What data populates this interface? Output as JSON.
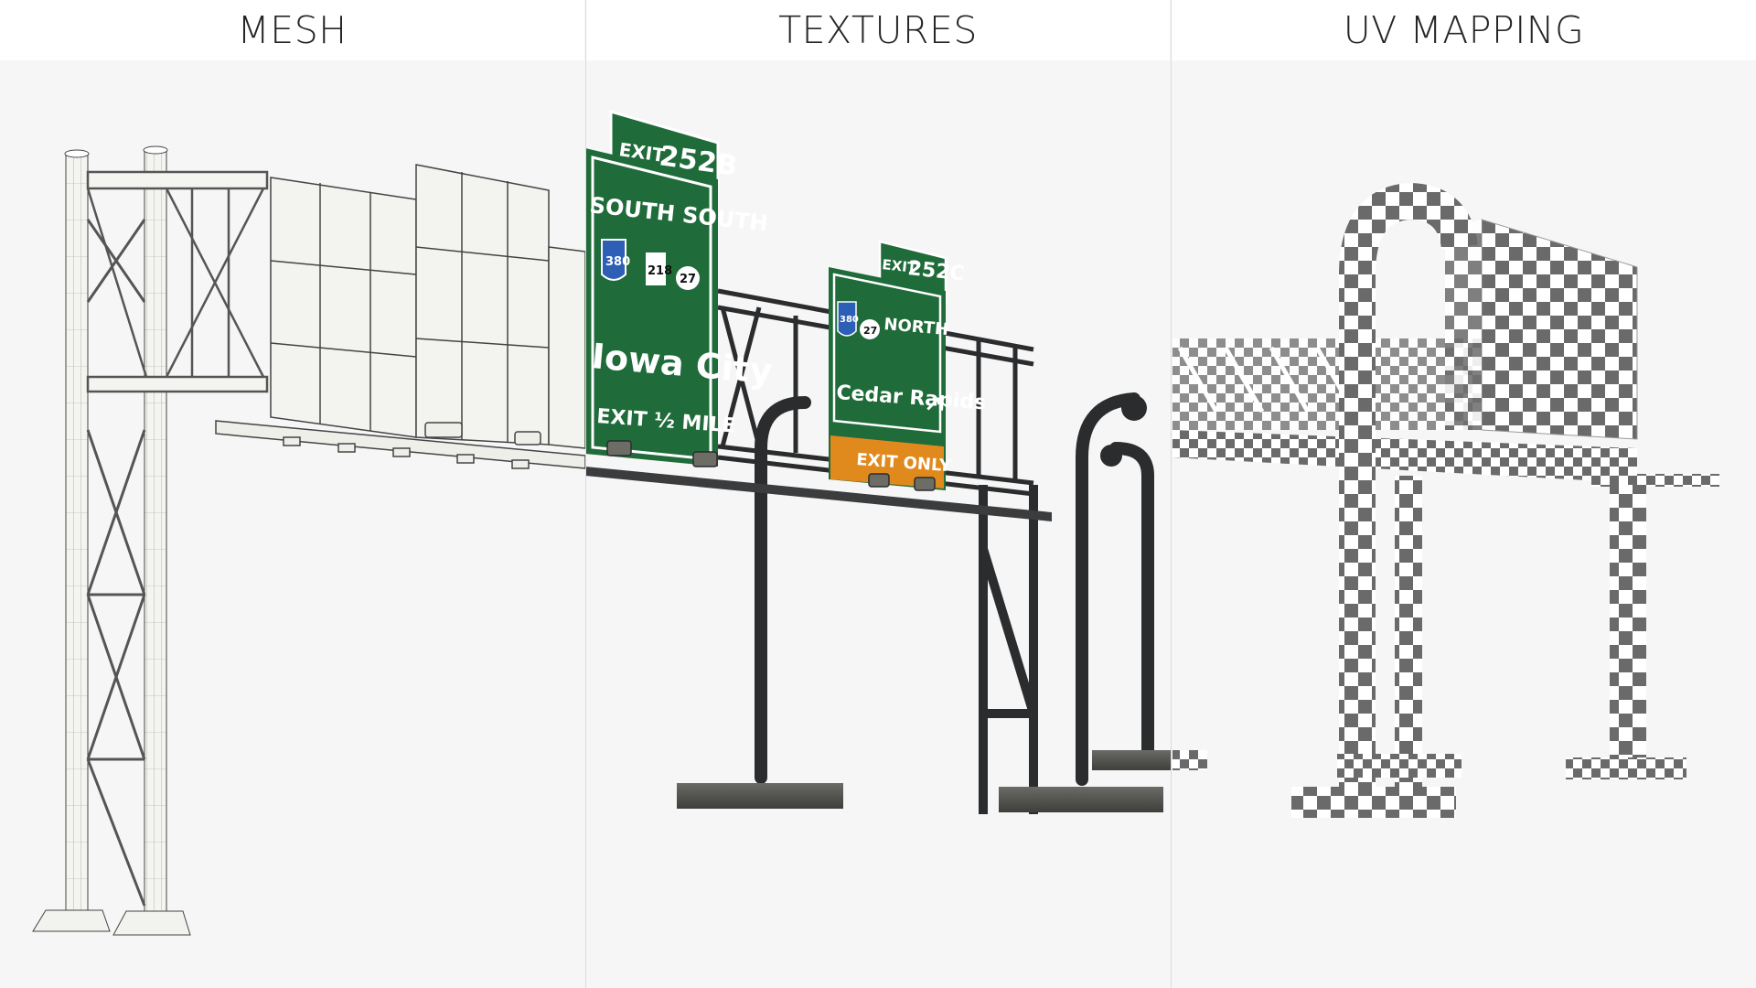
{
  "panels": [
    {
      "label": "MESH"
    },
    {
      "label": "TEXTURES"
    },
    {
      "label": "UV MAPPING"
    }
  ],
  "signs": {
    "left": {
      "exit_word": "EXIT",
      "exit_number": "252B",
      "direction": "SOUTH SOUTH",
      "interstate": "380",
      "us_route": "218",
      "state_route": "27",
      "destination": "Iowa City",
      "distance": "EXIT ½ MILE"
    },
    "right": {
      "exit_word": "EXIT",
      "exit_number": "252C",
      "interstate": "380",
      "route": "27",
      "direction": "NORTH",
      "destination": "Cedar Rapids",
      "arrow": "↗",
      "banner": "EXIT ONLY"
    }
  },
  "colors": {
    "sign_green": "#1f6b3a",
    "exit_only_orange": "#e08a1e",
    "steel_dark": "#2a2c2e",
    "checker_dark": "#6a6a6a"
  }
}
